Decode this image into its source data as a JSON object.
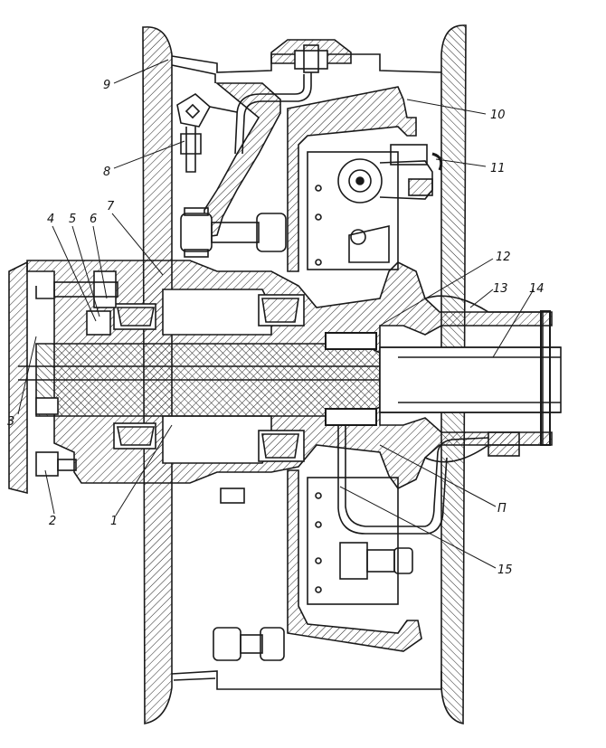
{
  "labels": {
    "l1": "1",
    "l2": "2",
    "l3": "3",
    "l4": "4",
    "l5": "5",
    "l6": "6",
    "l7": "7",
    "l8": "8",
    "l9": "9",
    "l10": "10",
    "l11": "11",
    "l12": "12",
    "l13": "13",
    "l14": "14",
    "l15": "15",
    "lP": "П"
  },
  "colors": {
    "ink": "#1a1a1a",
    "paper": "#ffffff"
  }
}
